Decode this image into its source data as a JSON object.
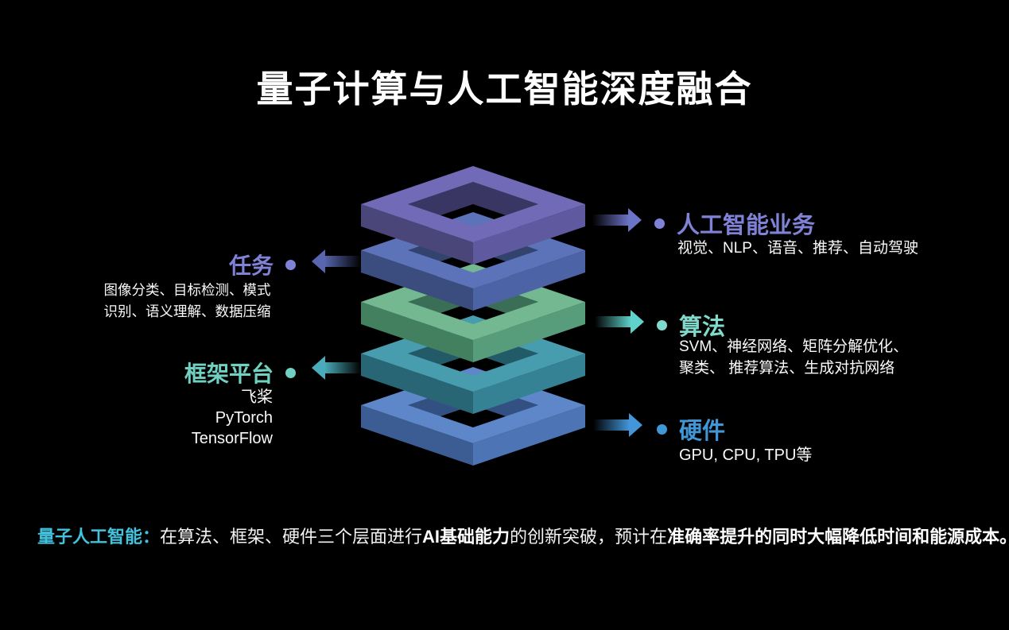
{
  "title": "量子计算与人工智能深度融合",
  "left_labels": [
    {
      "title": "任务",
      "title_color": "#7f82d6",
      "arrow_color": "#5766ae",
      "lines": [
        "图像分类、目标检测、模式",
        "识别、语义理解、数据压缩"
      ]
    },
    {
      "title": "框架平台",
      "title_color": "#70d1c2",
      "arrow_color": "#4aacba",
      "lines": [
        "飞桨",
        "PyTorch",
        "TensorFlow"
      ]
    }
  ],
  "right_labels": [
    {
      "title": "人工智能业务",
      "title_color": "#7f82d6",
      "arrow_color": "#6b74c6",
      "lines": [
        "视觉、NLP、语音、推荐、自动驾驶"
      ]
    },
    {
      "title": "算法",
      "title_color": "#80dacb",
      "arrow_color": "#5fd2cb",
      "lines": [
        "SVM、神经网络、矩阵分解优化、",
        "聚类、 推荐算法、生成对抗网络"
      ]
    },
    {
      "title": "硬件",
      "title_color": "#4196d6",
      "arrow_color": "#4496da",
      "lines": [
        "GPU, CPU, TPU等"
      ]
    }
  ],
  "stack": {
    "layers": [
      {
        "name": "purple",
        "top": "#716ab6",
        "right": "#5f59a0",
        "left": "#4b4679",
        "inner": "#3a3663"
      },
      {
        "name": "indigo",
        "top": "#5c73ba",
        "right": "#4c64a6",
        "left": "#3b4d7e",
        "inner": "#32436e"
      },
      {
        "name": "green",
        "top": "#74b892",
        "right": "#579c7b",
        "left": "#428060",
        "inner": "#3a6e56"
      },
      {
        "name": "teal",
        "top": "#479dae",
        "right": "#358294",
        "left": "#286676",
        "inner": "#235a68"
      },
      {
        "name": "blue",
        "top": "#5e87c9",
        "right": "#4d74b4",
        "left": "#3c5c94",
        "inner": "#335083"
      }
    ]
  },
  "footer": {
    "lead": "量子人工智能：",
    "lead_color": "#41c3dd",
    "segments": [
      {
        "text": "在算法、框架、硬件三个层面进行",
        "bold": false
      },
      {
        "text": "AI基础能力",
        "bold": true
      },
      {
        "text": "的创新突破，预计在",
        "bold": false
      },
      {
        "text": "准确率提升的同时大幅降低时间和能源成本。",
        "bold": true
      }
    ]
  }
}
